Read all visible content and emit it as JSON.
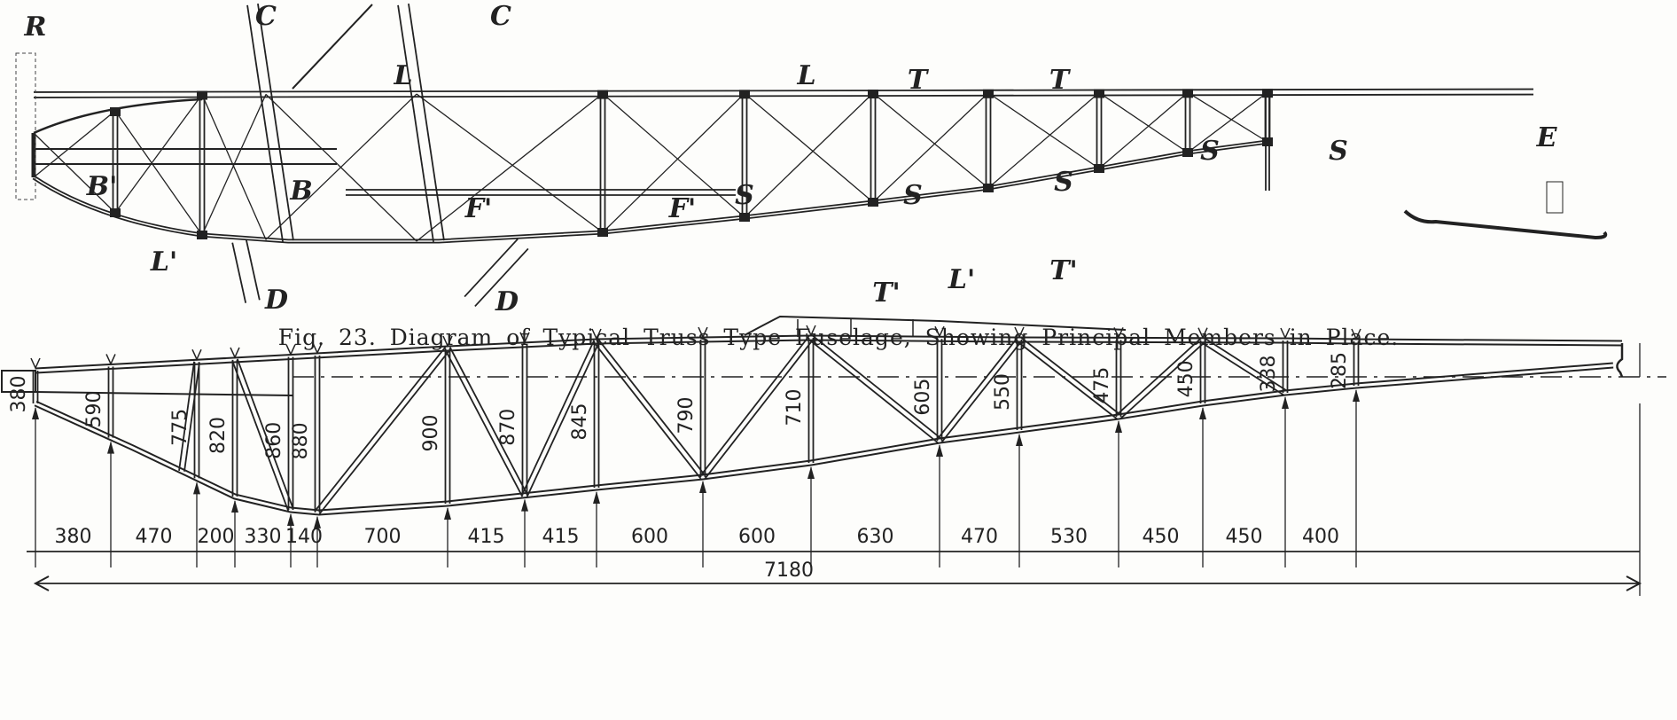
{
  "caption": "Fig. 23.  Diagram of Typical Truss Type Fuselage, Showing Principal Members in Place.",
  "upper_diagram": {
    "labels": [
      "R",
      "C",
      "C",
      "L",
      "L",
      "T",
      "T",
      "E",
      "B'",
      "B",
      "F'",
      "F'",
      "S",
      "S",
      "S",
      "S",
      "S",
      "L'",
      "L'",
      "T'",
      "T'",
      "D",
      "D"
    ]
  },
  "lower_diagram": {
    "station_heights": [
      "380",
      "590",
      "775",
      "820",
      "860",
      "880",
      "900",
      "870",
      "845",
      "790",
      "710",
      "605",
      "550",
      "475",
      "450",
      "338",
      "285"
    ],
    "bay_lengths": [
      "380",
      "470",
      "200",
      "330",
      "140",
      "700",
      "415",
      "415",
      "600",
      "600",
      "630",
      "470",
      "530",
      "450",
      "450",
      "400"
    ],
    "overall_length": "7180"
  }
}
